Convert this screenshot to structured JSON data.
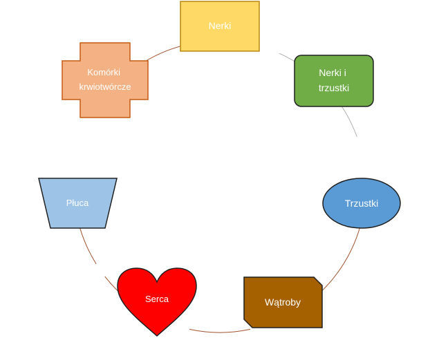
{
  "nodes": [
    {
      "id": "nerki",
      "label_lines": [
        "Nerki"
      ],
      "shape": "rectangle",
      "fill": "#ffd966",
      "stroke": "#b8860b",
      "text_color": "#ffffff"
    },
    {
      "id": "nerki-i-trzustki",
      "label_lines": [
        "Nerki i",
        "trzustki"
      ],
      "shape": "rounded-rectangle",
      "fill": "#70ad47",
      "stroke": "#1f1f1f",
      "text_color": "#ffffff"
    },
    {
      "id": "trzustki",
      "label_lines": [
        "Trzustki"
      ],
      "shape": "ellipse",
      "fill": "#5b9bd5",
      "stroke": "#1f1f1f",
      "text_color": "#ffffff"
    },
    {
      "id": "watroby",
      "label_lines": [
        "Wątroby"
      ],
      "shape": "snipped-rectangle",
      "fill": "#a56000",
      "stroke": "#1f1f1f",
      "text_color": "#ffffff"
    },
    {
      "id": "serca",
      "label_lines": [
        "Serca"
      ],
      "shape": "heart",
      "fill": "#ff0000",
      "stroke": "#1f1f1f",
      "text_color": "#ffffff"
    },
    {
      "id": "pluca",
      "label_lines": [
        "Płuca"
      ],
      "shape": "trapezoid",
      "fill": "#9dc3e6",
      "stroke": "#1f1f1f",
      "text_color": "#ffffff"
    },
    {
      "id": "komorki-krwiotworcze",
      "label_lines": [
        "Komórki",
        "krwiotwórcze"
      ],
      "shape": "plus",
      "fill": "#f4b183",
      "stroke": "#c55a11",
      "text_color": "#ffffff"
    }
  ],
  "connector_color": "#a0522d",
  "connector_color_top": "#b0b0b0"
}
